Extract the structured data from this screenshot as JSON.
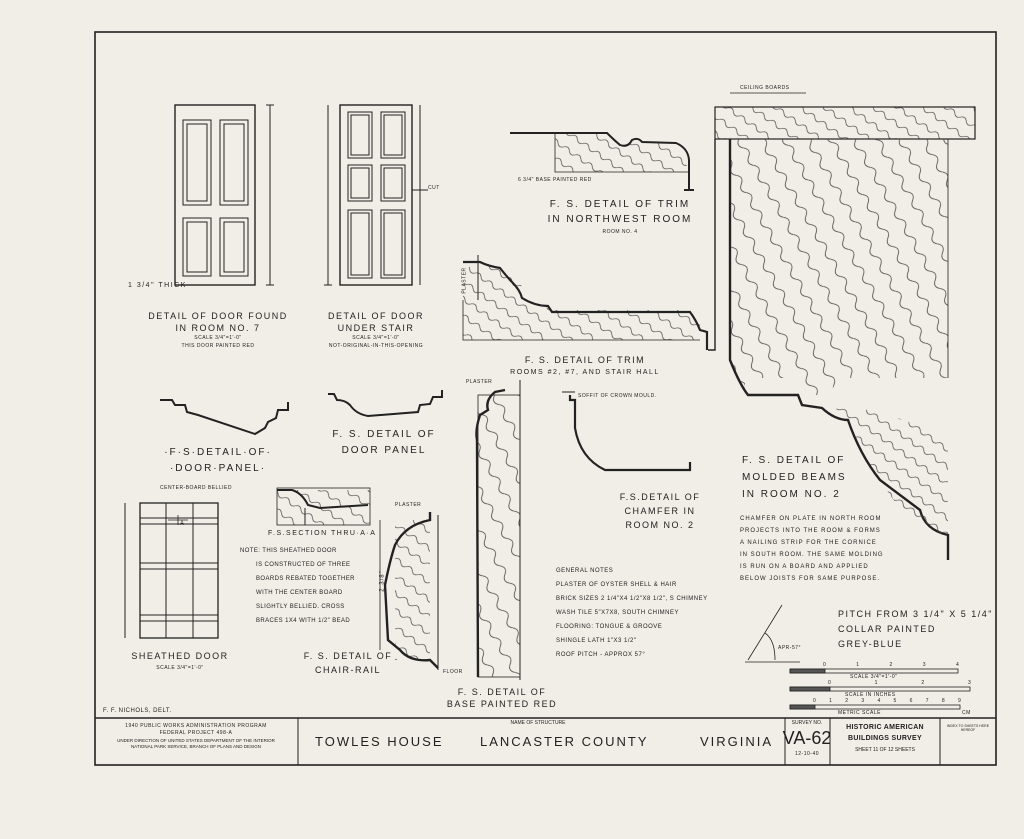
{
  "door1": {
    "title1": "Detail of Door Found",
    "title2": "in Room No. 7",
    "scale": "Scale 3/4\"=1'-0\"",
    "note": "This door painted red",
    "thick": "1 3/4\" thick"
  },
  "door2": {
    "title1": "Detail of Door",
    "title2": "Under Stair",
    "scale": "Scale 3/4\"=1'-0\"",
    "note": "Not-original-in-this-opening",
    "cut": "Cut"
  },
  "trim_nw": {
    "label": "6 3/4\" Base painted red",
    "title1": "F. S. Detail of Trim",
    "title2": "in Northwest Room",
    "title3": "Room No. 4"
  },
  "trim_rooms": {
    "plaster": "Plaster",
    "title1": "F. S. Detail of Trim",
    "title2": "Rooms #2, #7, and Stair Hall"
  },
  "door_panel1": {
    "title1": "·F·S·Detail·of·",
    "title2": "·Door·Panel·"
  },
  "door_panel2": {
    "title1": "F. S. Detail of",
    "title2": "Door Panel"
  },
  "section": {
    "center": "Center-board bellied",
    "title": "F.S.Section Thru·A·A",
    "note": [
      "Note: This sheathed door",
      "is constructed of three",
      "boards rebated together",
      "with the center board",
      "slightly bellied. Cross",
      "braces 1x4 with 1/2\" bead"
    ]
  },
  "sheathed": {
    "title": "Sheathed Door",
    "scale": "Scale 3/4\"=1'-0\"",
    "label_a": "A"
  },
  "chair_rail": {
    "plaster": "Plaster",
    "floor": "Floor",
    "dim": "2 3/8\"",
    "title1": "F. S. Detail of",
    "title2": "Chair-Rail"
  },
  "base": {
    "plaster": "Plaster",
    "title1": "F. S. Detail of",
    "title2": "Base Painted Red"
  },
  "chamfer": {
    "soffit": "Soffit of crown mould.",
    "title1": "F.S.Detail of",
    "title2": "Chamfer in",
    "title3": "Room No. 2"
  },
  "notes": {
    "title": "General Notes",
    "items": [
      "Plaster of oyster shell & hair",
      "Brick sizes 2 1/4\"x4 1/2\"x8 1/2\", S chimney",
      "Wash tile 5\"x7x8, South chimney",
      "Flooring: tongue & groove",
      "Shingle lath 1\"x3 1/2\"",
      "Roof pitch - approx 57°"
    ]
  },
  "beams": {
    "ceiling": "Ceiling boards",
    "title1": "F. S. Detail of",
    "title2": "Molded Beams",
    "title3": "in Room No. 2",
    "note": [
      "Chamfer on plate in north room",
      "projects into the room & forms",
      "a nailing strip for the cornice",
      "in south room. The same molding",
      "is run on a board and applied",
      "below joists for same purpose."
    ]
  },
  "pitch": {
    "line1": "Pitch from 3 1/4\" x 5 1/4\"",
    "line2": "Collar painted",
    "line3": "Grey-Blue",
    "angle": "Apr-57°"
  },
  "scales": {
    "bar1": "Scale 3/4\"=1'-0\"",
    "bar1_ticks": [
      "0",
      "1",
      "2",
      "3",
      "4"
    ],
    "bar2": "Scale in inches",
    "bar2_ticks": [
      "0",
      "1",
      "2",
      "3"
    ],
    "bar3": "Metric scale",
    "bar3_ticks": [
      "0",
      "1",
      "2",
      "3",
      "4",
      "5",
      "6",
      "7",
      "8",
      "9"
    ],
    "unit": "CM"
  },
  "delineator": "F. F. Nichols, Delt.",
  "title_block": {
    "program": [
      "1940 Public Works Administration Program",
      "Federal Project 498-A",
      "Under direction of United States Department of the Interior",
      "National Park Service, Branch of Plans and Design"
    ],
    "name_label": "Name of Structure",
    "structure": "Towles House",
    "county": "Lancaster County",
    "state": "Virginia",
    "survey_label": "Survey No.",
    "survey_no": "VA-62",
    "date": "12-10-40",
    "habs1": "Historic American",
    "habs2": "Buildings Survey",
    "sheet": "Sheet 11 of 12 Sheets",
    "index": "Index to sheets here hereof"
  }
}
